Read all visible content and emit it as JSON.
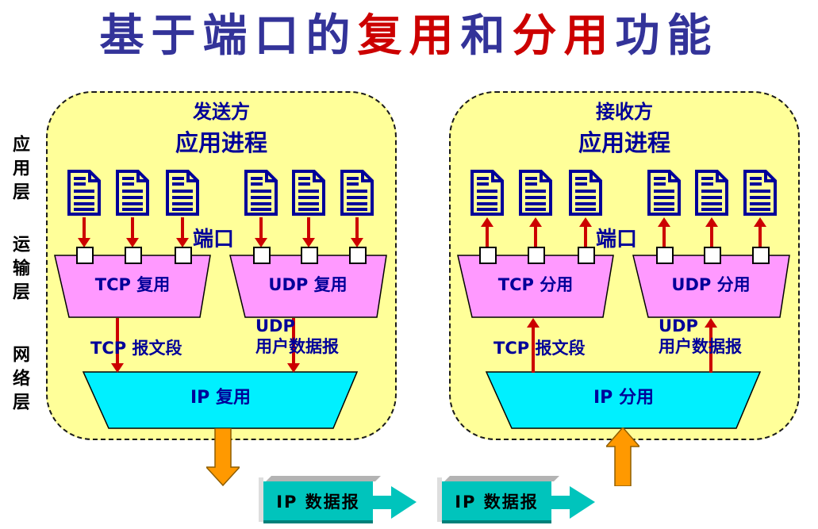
{
  "title": {
    "parts": [
      {
        "text": "基于端口的",
        "color": "#333399"
      },
      {
        "text": "复用",
        "color": "#CC0000"
      },
      {
        "text": "和",
        "color": "#333399"
      },
      {
        "text": "分用",
        "color": "#CC0000"
      },
      {
        "text": "功能",
        "color": "#333399"
      }
    ]
  },
  "layers": {
    "application": "应用层",
    "transport": "运输层",
    "network": "网络层"
  },
  "sender": {
    "role": "发送方",
    "process": "应用进程",
    "port_label": "端口",
    "tcp_unit": "TCP 复用",
    "udp_unit": "UDP 复用",
    "ip_unit": "IP 复用",
    "tcp_pdu": "TCP 报文段",
    "udp_pdu_line1": "UDP",
    "udp_pdu_line2": "用户数据报"
  },
  "receiver": {
    "role": "接收方",
    "process": "应用进程",
    "port_label": "端口",
    "tcp_unit": "TCP 分用",
    "udp_unit": "UDP 分用",
    "ip_unit": "IP 分用",
    "tcp_pdu": "TCP 报文段",
    "udp_pdu_line1": "UDP",
    "udp_pdu_line2": "用户数据报"
  },
  "packets": {
    "items": [
      {
        "label": "IP 数据报"
      },
      {
        "label": "IP 数据报"
      }
    ]
  },
  "colors": {
    "title_blue": "#333399",
    "title_red": "#CC0000",
    "panel_fill": "#FFFF99",
    "mux_trapezoid_pink": "#FF99FF",
    "ip_trapezoid_cyan": "#00F0FF",
    "packet_teal": "#00C4BC",
    "orange_arrow": "#FF9900",
    "flow_arrow_red": "#CC0000",
    "label_navy": "#000099"
  }
}
